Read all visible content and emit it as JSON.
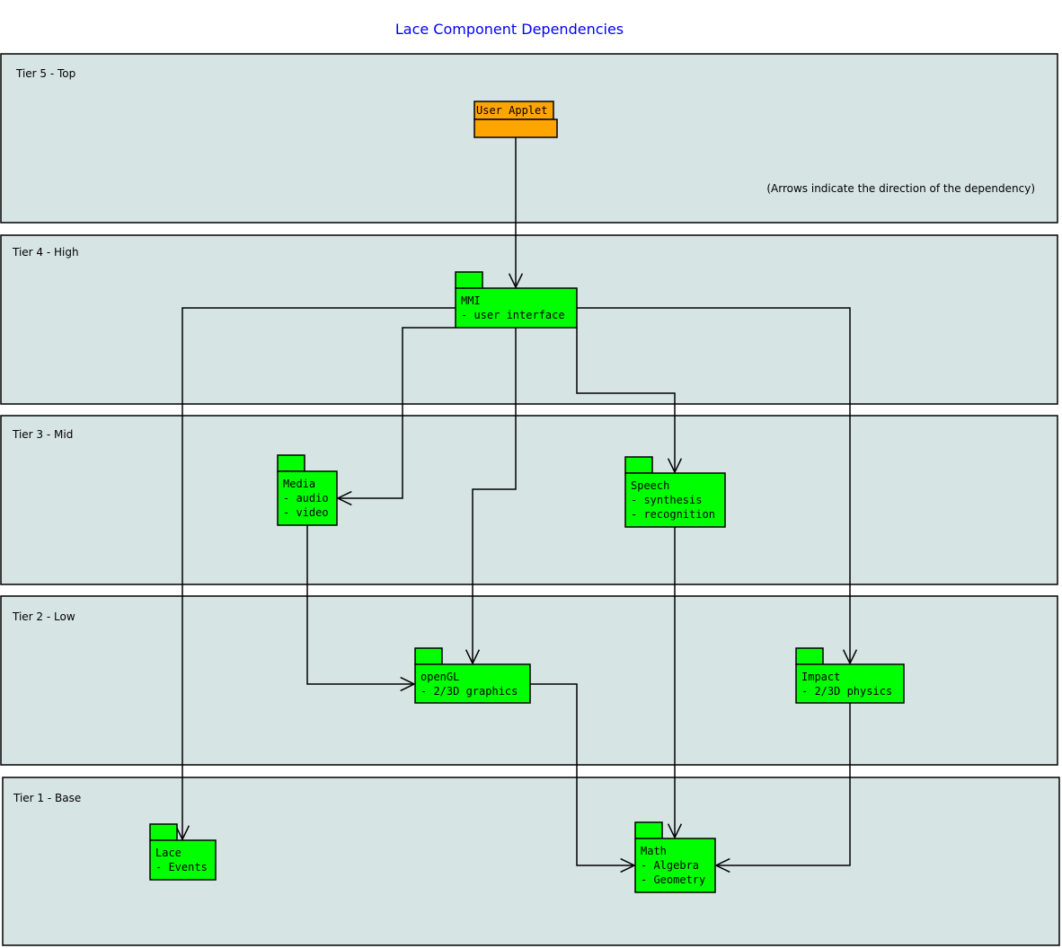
{
  "title": "Lace Component Dependencies",
  "note": "(Arrows indicate the direction of the dependency)",
  "colors": {
    "tier_fill": "#d7e4e4",
    "package_green": "#00ff00",
    "package_orange": "#ffa500",
    "title": "#0000ff"
  },
  "tiers": [
    {
      "label": "Tier 5 - Top"
    },
    {
      "label": "Tier 4 - High"
    },
    {
      "label": "Tier 3 - Mid"
    },
    {
      "label": "Tier 2 - Low"
    },
    {
      "label": "Tier 1 - Base"
    }
  ],
  "packages": {
    "user_applet": {
      "name": "User Applet",
      "lines": []
    },
    "mmi": {
      "name": "MMI",
      "lines": [
        "- user interface"
      ]
    },
    "media": {
      "name": "Media",
      "lines": [
        "- audio",
        "- video"
      ]
    },
    "speech": {
      "name": "Speech",
      "lines": [
        "- synthesis",
        "- recognition"
      ]
    },
    "opengl": {
      "name": "openGL",
      "lines": [
        "- 2/3D graphics"
      ]
    },
    "impact": {
      "name": "Impact",
      "lines": [
        "- 2/3D physics"
      ]
    },
    "lace": {
      "name": "Lace",
      "lines": [
        "- Events"
      ]
    },
    "math": {
      "name": "Math",
      "lines": [
        "- Algebra",
        "- Geometry"
      ]
    }
  },
  "dependencies": [
    [
      "user_applet",
      "mmi"
    ],
    [
      "mmi",
      "lace"
    ],
    [
      "mmi",
      "media"
    ],
    [
      "mmi",
      "opengl"
    ],
    [
      "mmi",
      "speech"
    ],
    [
      "mmi",
      "impact"
    ],
    [
      "media",
      "opengl"
    ],
    [
      "opengl",
      "math"
    ],
    [
      "speech",
      "math"
    ],
    [
      "impact",
      "math"
    ]
  ]
}
